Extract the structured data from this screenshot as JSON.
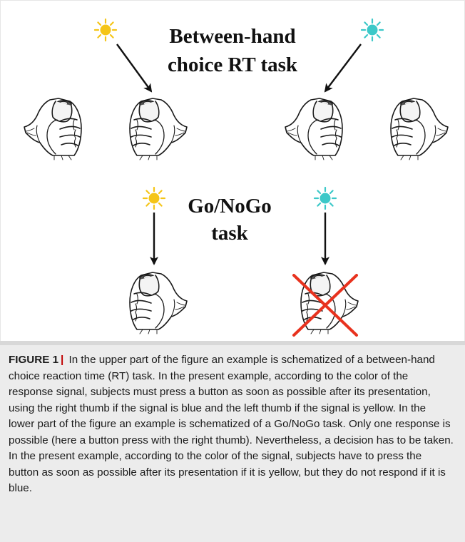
{
  "titles": {
    "top_line1": "Between-hand",
    "top_line2": "choice RT task",
    "bottom_line1": "Go/NoGo",
    "bottom_line2": "task"
  },
  "colors": {
    "yellow_signal": "#f5c518",
    "blue_signal": "#3cc8c8",
    "cross": "#e8321e",
    "caption_bg": "#ececec",
    "caption_label_separator": "#c00000"
  },
  "icons": {
    "signal": "sun-icon",
    "hand": "hand-holding-button-icon",
    "arrow": "arrow-icon",
    "cross": "cross-icon"
  },
  "caption": {
    "label": "FIGURE 1",
    "separator": "|",
    "text": "In the upper part of the figure an example is schematized of a between-hand choice reaction time (RT) task. In the present example, according to the color of the response signal, subjects must press a button as soon as possible after its presentation, using the right thumb if the signal is blue and the left thumb if the signal is yellow. In the lower part of the figure an example is schematized of a Go/NoGo task. Only one response is possible (here a button press with the right thumb). Nevertheless, a decision has to be taken. In the present example, according to the color of the signal, subjects have to press the button as soon as possible after its presentation if it is yellow, but they do not respond if it is blue."
  }
}
